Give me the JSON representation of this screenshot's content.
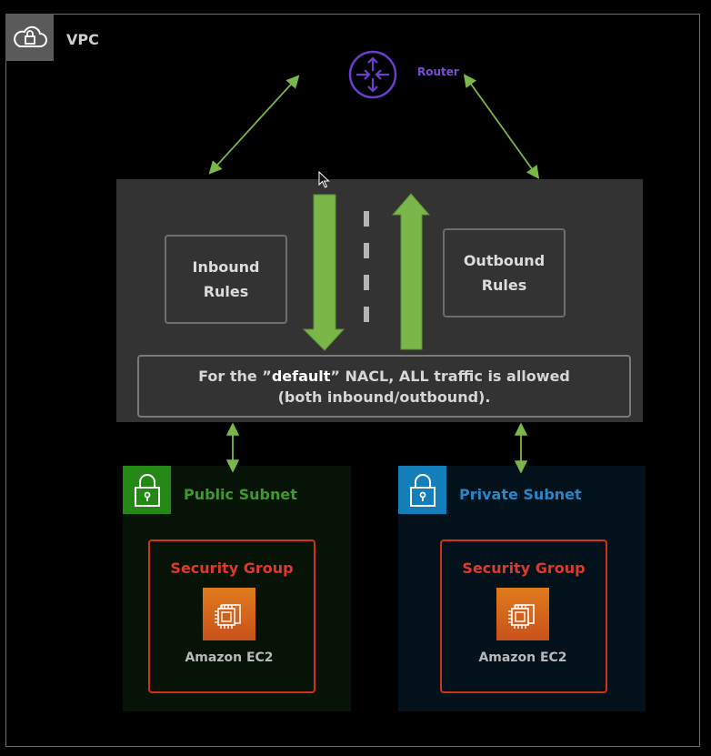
{
  "vpc": {
    "label": "VPC",
    "icon": "cloud-lock-icon"
  },
  "router": {
    "label": "Router",
    "icon": "router-icon",
    "color": "#7a4fd6"
  },
  "nacl": {
    "inbound_label_line1": "Inbound",
    "inbound_label_line2": "Rules",
    "outbound_label_line1": "Outbound",
    "outbound_label_line2": "Rules",
    "note_before": "For the ”",
    "note_strong": "default",
    "note_after": "” NACL, ALL traffic is allowed (both inbound/outbound)."
  },
  "public_subnet": {
    "title": "Public Subnet",
    "color": "#248814",
    "icon": "padlock-icon",
    "security_group": "Security Group",
    "instance": "Amazon EC2"
  },
  "private_subnet": {
    "title": "Private Subnet",
    "color": "#147eba",
    "icon": "padlock-icon",
    "security_group": "Security Group",
    "instance": "Amazon EC2"
  },
  "colors": {
    "arrow": "#7ab648",
    "security_group": "#d13212",
    "ec2": "#e07b1d"
  }
}
